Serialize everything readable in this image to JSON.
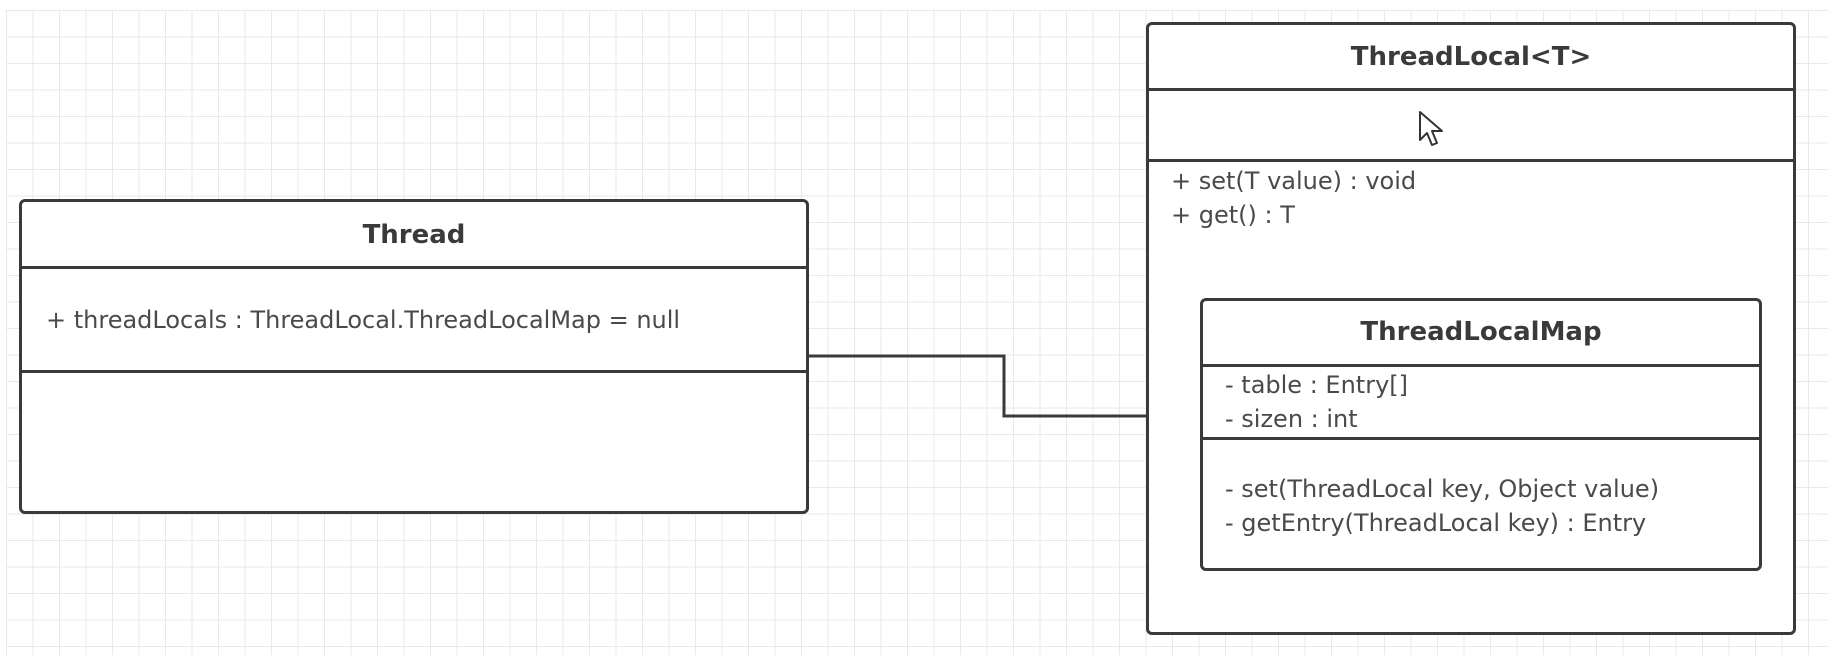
{
  "thread": {
    "name": "Thread",
    "attributes": [
      "+ threadLocals : ThreadLocal.ThreadLocalMap = null"
    ]
  },
  "threadlocal": {
    "name": "ThreadLocal<T>",
    "operations": [
      "+ set(T value) : void",
      "+ get() : T"
    ]
  },
  "threadlocalmap": {
    "name": "ThreadLocalMap",
    "attributes": [
      "- table : Entry[]",
      "- sizen : int"
    ],
    "operations": [
      "- set(ThreadLocal key, Object value)",
      "- getEntry(ThreadLocal key) :  Entry"
    ]
  },
  "colors": {
    "stroke": "#3a3a3a",
    "text": "#4a4a4a",
    "grid": "#e9e9e9"
  },
  "icons": {
    "cursor": "mouse-pointer-icon",
    "arrow": "association-arrow"
  }
}
